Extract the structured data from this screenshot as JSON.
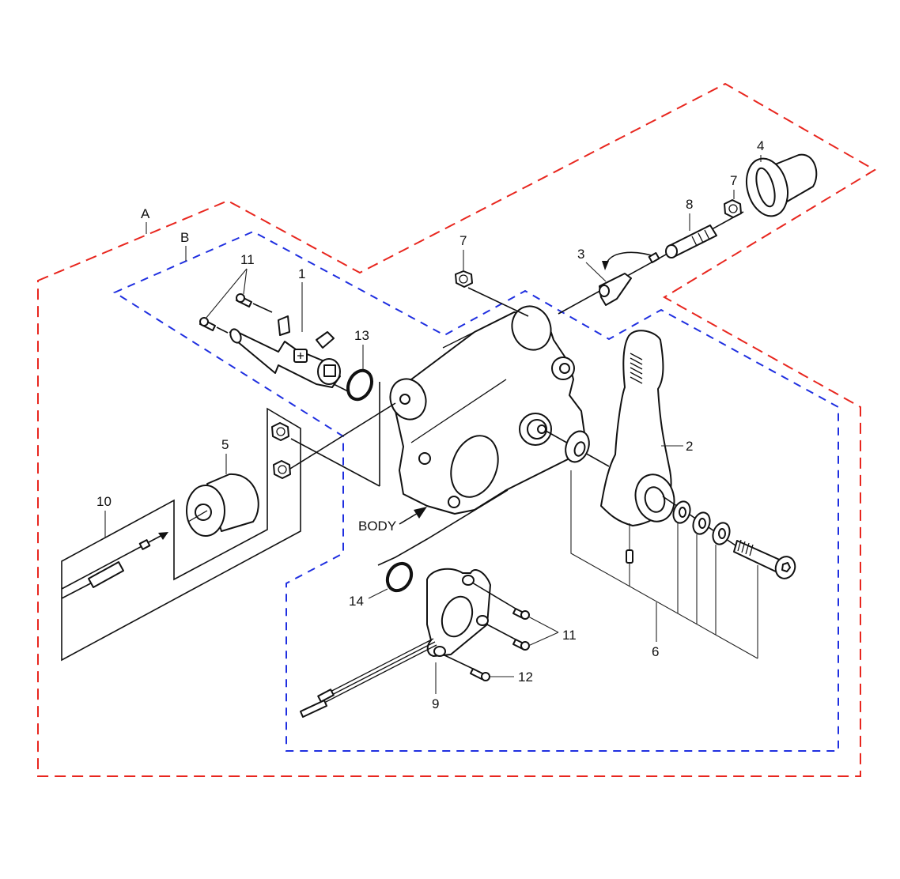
{
  "diagram": {
    "type": "exploded-parts-diagram",
    "group_outlines": [
      {
        "id": "A",
        "label": "A",
        "color": "#e8261e",
        "style": "dashed"
      },
      {
        "id": "B",
        "label": "B",
        "color": "#1f2fe0",
        "style": "dashed"
      }
    ],
    "body_label": "BODY",
    "callouts": {
      "c1": "1",
      "c2": "2",
      "c3": "3",
      "c4": "4",
      "c5": "5",
      "c6": "6",
      "c7a": "7",
      "c7b": "7",
      "c8": "8",
      "c9": "9",
      "c10": "10",
      "c11a": "11",
      "c11b": "11",
      "c12": "12",
      "c13": "13",
      "c14": "14"
    }
  }
}
